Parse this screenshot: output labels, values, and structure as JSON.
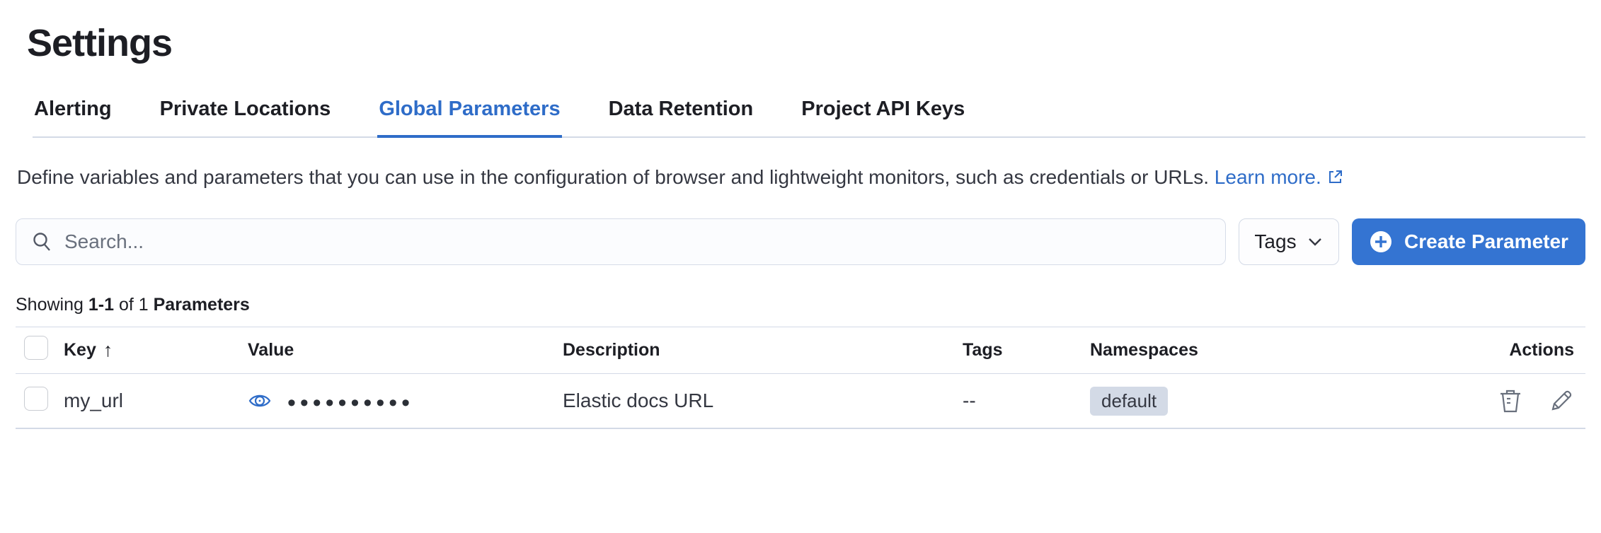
{
  "page": {
    "title": "Settings"
  },
  "tabs": [
    {
      "label": "Alerting",
      "active": false
    },
    {
      "label": "Private Locations",
      "active": false
    },
    {
      "label": "Global Parameters",
      "active": true
    },
    {
      "label": "Data Retention",
      "active": false
    },
    {
      "label": "Project API Keys",
      "active": false
    }
  ],
  "description": {
    "text": "Define variables and parameters that you can use in the configuration of browser and lightweight monitors, such as credentials or URLs.",
    "link_label": "Learn more."
  },
  "toolbar": {
    "search_placeholder": "Search...",
    "tags_label": "Tags",
    "create_label": "Create Parameter"
  },
  "summary": {
    "prefix": "Showing",
    "range": "1-1",
    "middle": "of 1",
    "entity": "Parameters"
  },
  "table": {
    "columns": [
      "Key",
      "Value",
      "Description",
      "Tags",
      "Namespaces",
      "Actions"
    ],
    "sort_icon": "↑",
    "rows": [
      {
        "key": "my_url",
        "value_masked": "••••••••••",
        "description": "Elastic docs URL",
        "tags": "--",
        "namespace": "default",
        "actions": [
          "delete",
          "edit"
        ]
      }
    ]
  },
  "colors": {
    "primary_button": "#3474d2",
    "link": "#2e6cc8",
    "active_tab": "#2e6cc8",
    "border": "#d3dae6",
    "badge_bg": "#d3dae6",
    "text_dark": "#1d1e24",
    "text_body": "#343741",
    "icon_subdued": "#69707d"
  }
}
